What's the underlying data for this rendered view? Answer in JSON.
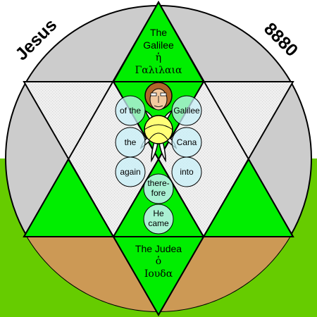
{
  "labels": {
    "left_name": "Jesus",
    "right_number": "8880"
  },
  "top_triangle": {
    "line1": "The",
    "line2": "Galilee",
    "greek_article": "ἡ",
    "greek_word": "Γαλιλαια"
  },
  "bottom_triangle": {
    "line1": "The Judea",
    "greek_article": "ὁ",
    "greek_word": "Ιουδα"
  },
  "circles": {
    "of_the": "of the",
    "galilee": "Galilee",
    "the": "the",
    "cana": "Cana",
    "again": "again",
    "into": "into",
    "therefore_1": "there-",
    "therefore_2": "fore",
    "he": "He",
    "came": "came"
  },
  "colors": {
    "background_green": "#66cc00",
    "disk_gray": "#cccccc",
    "tan": "#cc9955",
    "triangle_green": "#00ee00",
    "hexagram_light": "#e8e8e8",
    "bubble": "#c8f0f8",
    "halo": "#ffff77",
    "outline": "#000000"
  },
  "icons": {
    "face": "face-icon",
    "halo": "halo-icon",
    "flower": "flower-of-life-icon"
  }
}
